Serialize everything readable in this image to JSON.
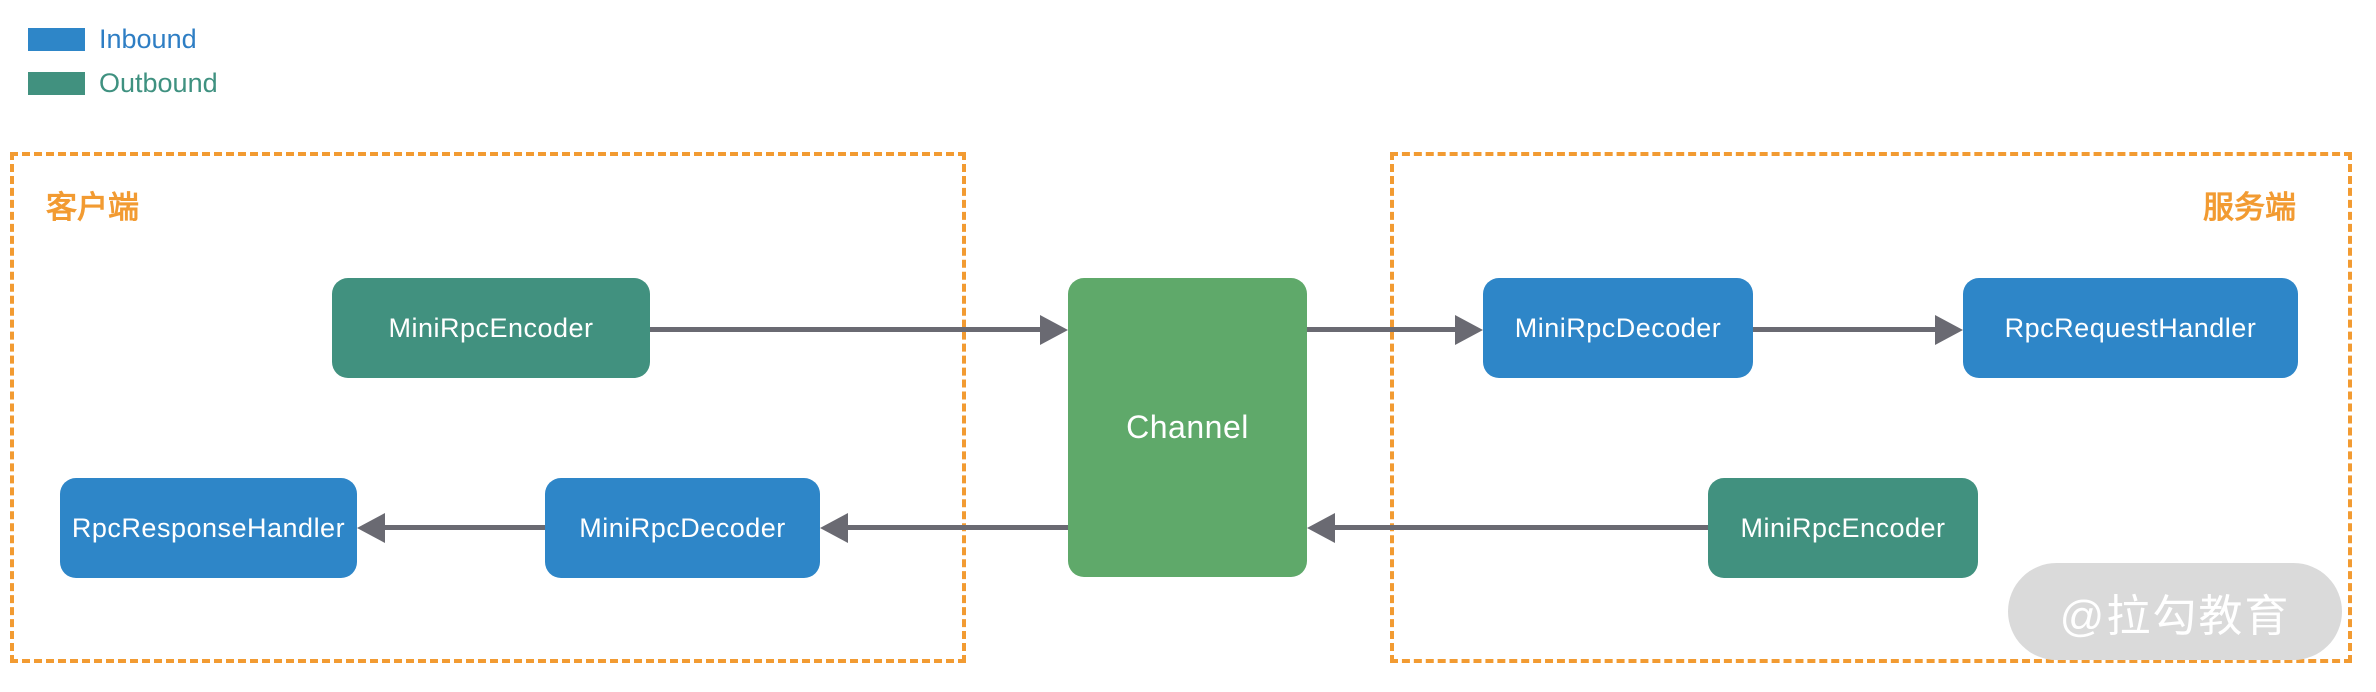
{
  "legend": {
    "items": [
      {
        "label": "Inbound",
        "color": "#2E86C8",
        "text_color": "#2E7EC4"
      },
      {
        "label": "Outbound",
        "color": "#41917F",
        "text_color": "#3F9180"
      }
    ]
  },
  "regions": {
    "client": {
      "label": "客户端"
    },
    "server": {
      "label": "服务端"
    }
  },
  "nodes": {
    "client_encoder": {
      "label": "MiniRpcEncoder",
      "type": "outbound",
      "color": "#41917F"
    },
    "client_decoder": {
      "label": "MiniRpcDecoder",
      "type": "inbound",
      "color": "#2E86C8"
    },
    "client_response_handler": {
      "label": "RpcResponseHandler",
      "type": "inbound",
      "color": "#2E86C8"
    },
    "channel": {
      "label": "Channel",
      "type": "channel",
      "color": "#5FA96A"
    },
    "server_decoder": {
      "label": "MiniRpcDecoder",
      "type": "inbound",
      "color": "#2E86C8"
    },
    "server_request_handler": {
      "label": "RpcRequestHandler",
      "type": "inbound",
      "color": "#2E86C8"
    },
    "server_encoder": {
      "label": "MiniRpcEncoder",
      "type": "outbound",
      "color": "#41917F"
    }
  },
  "edges": [
    {
      "from": "client_encoder",
      "to": "channel",
      "direction": "right"
    },
    {
      "from": "channel",
      "to": "server_decoder",
      "direction": "right"
    },
    {
      "from": "server_decoder",
      "to": "server_request_handler",
      "direction": "right"
    },
    {
      "from": "server_encoder",
      "to": "channel",
      "direction": "left"
    },
    {
      "from": "channel",
      "to": "client_decoder",
      "direction": "left"
    },
    {
      "from": "client_decoder",
      "to": "client_response_handler",
      "direction": "left"
    }
  ],
  "watermark": {
    "label": "@拉勾教育"
  },
  "colors": {
    "inbound_blue": "#2E86C8",
    "outbound_teal": "#41917F",
    "channel_green": "#5FA96A",
    "region_border_orange": "#F29B32",
    "arrow_gray": "#6A6A72",
    "watermark_bg": "#DADADA",
    "watermark_text": "#FFFFFF"
  }
}
